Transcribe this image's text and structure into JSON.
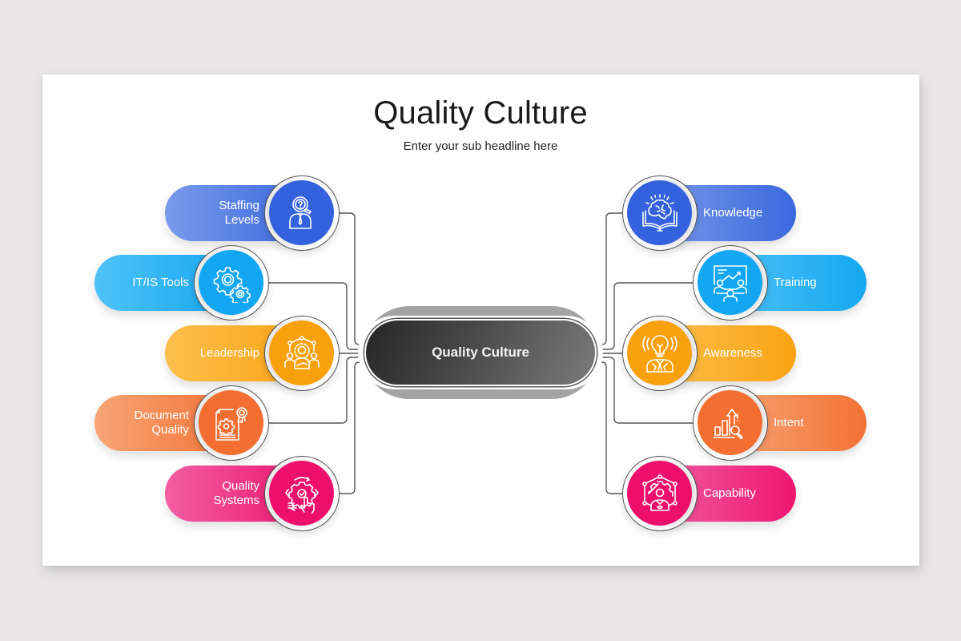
{
  "slide": {
    "title": "Quality Culture",
    "subtitle": "Enter your sub headline here"
  },
  "hub": {
    "label": "Quality Culture",
    "color_dark": "#262626",
    "color_light": "#7b7b7b"
  },
  "left_items": [
    {
      "label": "Staffing\nLevels",
      "icon": "manager-search-icon",
      "color": "#3461dd",
      "pill_from": "#7a9bea",
      "pill_to": "#3a68de"
    },
    {
      "label": "IT/IS Tools",
      "icon": "gears-icon",
      "color": "#13a6f2",
      "pill_from": "#4fc2f7",
      "pill_to": "#15a7f1"
    },
    {
      "label": "Leadership",
      "icon": "team-leader-icon",
      "color": "#f9a10c",
      "pill_from": "#fcc04d",
      "pill_to": "#f9a314"
    },
    {
      "label": "Document\nQuality",
      "icon": "certified-document-icon",
      "color": "#f36e30",
      "pill_from": "#f8a576",
      "pill_to": "#f37235"
    },
    {
      "label": "Quality\nSystems",
      "icon": "gear-touch-icon",
      "color": "#ee0f6c",
      "pill_from": "#f35ea2",
      "pill_to": "#ee1670"
    }
  ],
  "right_items": [
    {
      "label": "Knowledge",
      "icon": "brain-book-icon",
      "color": "#3461dd",
      "pill_from": "#7a9bea",
      "pill_to": "#3a68de"
    },
    {
      "label": "Training",
      "icon": "presentation-meeting-icon",
      "color": "#13a6f2",
      "pill_from": "#4fc2f7",
      "pill_to": "#15a7f1"
    },
    {
      "label": "Awareness",
      "icon": "idea-person-icon",
      "color": "#f9a10c",
      "pill_from": "#fcc04d",
      "pill_to": "#f9a314"
    },
    {
      "label": "Intent",
      "icon": "growth-chart-search-icon",
      "color": "#f36e30",
      "pill_from": "#f8a576",
      "pill_to": "#f37235"
    },
    {
      "label": "Capability",
      "icon": "network-person-gear-icon",
      "color": "#ee0f6c",
      "pill_from": "#f35ea2",
      "pill_to": "#ee1670"
    }
  ]
}
